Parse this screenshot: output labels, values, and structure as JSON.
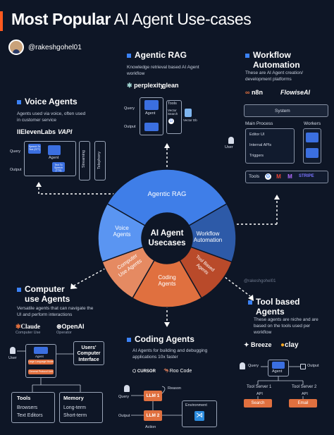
{
  "header": {
    "title_bold": "Most Popular",
    "title_rest": " AI Agent Use-cases",
    "handle": "@rakeshgohel01",
    "watermark": "@rakeshgohel01"
  },
  "wheel": {
    "center": "AI Agent\nUsecases",
    "center_line1": "AI Agent",
    "center_line2": "Usecases",
    "segments": [
      {
        "label": "Agentic RAG",
        "color": "#3f7ee8"
      },
      {
        "label": "Workflow Automation",
        "color": "#2d5aa8"
      },
      {
        "label": "Tool Based Agents",
        "color": "#b94a2a"
      },
      {
        "label": "Coding Agents",
        "color": "#e0703f"
      },
      {
        "label": "Computer Use Agents",
        "color": "#e58a62"
      },
      {
        "label": "Voice Agents",
        "color": "#5a95f2"
      }
    ]
  },
  "agentic_rag": {
    "title": "Agentic RAG",
    "desc": "Knowledge retrieval based AI Agent workflow",
    "brands": [
      "perplexity",
      "glean"
    ],
    "nodes": {
      "query": "Query",
      "output": "Output",
      "agent": "Agent",
      "tools": "Tools",
      "vector_search": "Vector Search",
      "vector_db": "Vector Db"
    }
  },
  "workflow": {
    "title": "Workflow Automation",
    "desc": "These are AI Agent creation/ development platforms",
    "brands": [
      "n8n",
      "FlowiseAI"
    ],
    "system": "System",
    "main_process": "Main Process",
    "workers": "Workers",
    "user": "User",
    "process_items": [
      "Editor UI",
      "Internal APIs",
      "Triggers"
    ],
    "tools_label": "Tools",
    "tool_icons": [
      "G",
      "M",
      "M",
      "STRIPE"
    ]
  },
  "voice": {
    "title": "Voice Agents",
    "desc": "Agents used via voice, often used in customer service",
    "brands": [
      "ElevenLabs",
      "VAPI"
    ],
    "nodes": {
      "query": "Query",
      "output": "Output",
      "stt": "Speech To Text (STT)",
      "agent": "Agent",
      "tts": "Text To Speech (TTS)",
      "streaming": "Streaming",
      "telephony": "Telephony"
    }
  },
  "computer_use": {
    "title": "Computer use Agents",
    "desc": "Versatile agents that can navigate the UI and perform interactions",
    "brands": [
      {
        "name": "Claude",
        "sub": "Computer Use"
      },
      {
        "name": "OpenAI",
        "sub": "Operator"
      }
    ],
    "user": "User",
    "agent": "Agent",
    "lm": "Large Language Model",
    "protocol": "General Protocol Unit",
    "interface": "Users' Computer Interface",
    "tools": {
      "label": "Tools",
      "items": "Browsers\nText Editors",
      "item1": "Browsers",
      "item2": "Text Editors"
    },
    "memory": {
      "label": "Memory",
      "item1": "Long-term",
      "item2": "Short-term"
    }
  },
  "coding": {
    "title": "Coding Agents",
    "desc": "AI Agents for building and debugging applications 10x faster",
    "brands": [
      "CURSOR",
      "Roo Code"
    ],
    "query": "Query",
    "output": "Output",
    "reason": "Reason",
    "action": "Action",
    "llm1": "LLM 1",
    "llm2": "LLM 2",
    "environment": "Environment"
  },
  "tool_based": {
    "title": "Tool based Agents",
    "desc": "These agents are niche and are based on the tools used per workflow",
    "brands": [
      "Breeze",
      "clay"
    ],
    "query": "Query",
    "output": "Output",
    "agent": "Agent",
    "server1": "Tool Server 1",
    "server2": "Tool Server 2",
    "api": "API",
    "search": "Search",
    "email": "Email"
  }
}
